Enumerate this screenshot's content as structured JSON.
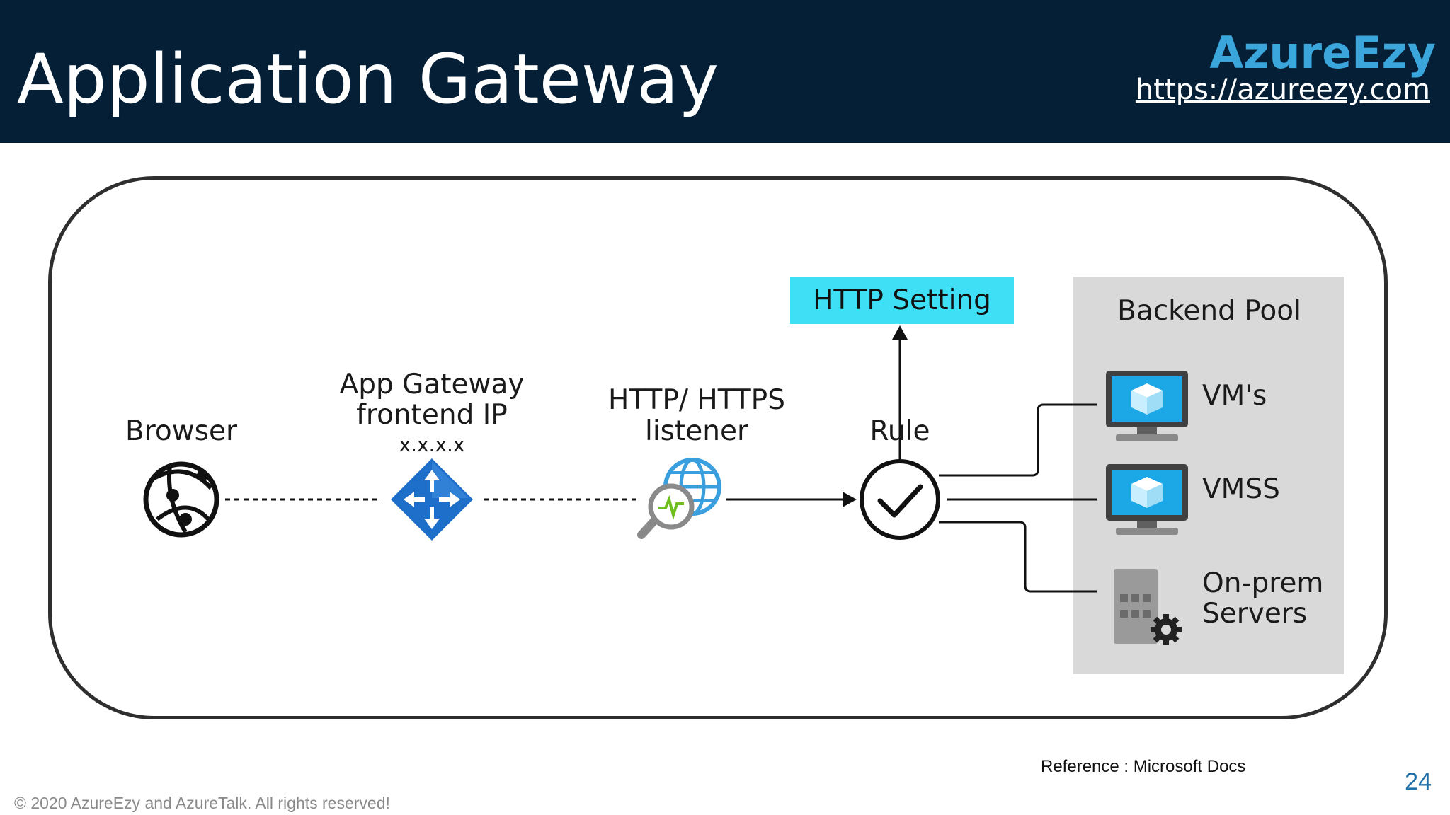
{
  "slide": {
    "title": "Application Gateway",
    "brand": "AzureEzy",
    "brand_url": "https://azureezy.com"
  },
  "diagram": {
    "browser": "Browser",
    "gateway_line1": "App Gateway",
    "gateway_line2": "frontend IP",
    "gateway_ip": "x.x.x.x",
    "listener_line1": "HTTP/ HTTPS",
    "listener_line2": "listener",
    "rule": "Rule",
    "http_setting": "HTTP Setting",
    "backend_pool": "Backend Pool",
    "vms": "VM's",
    "vmss": "VMSS",
    "onprem_line1": "On-prem",
    "onprem_line2": "Servers"
  },
  "footer": {
    "reference": "Reference :  Microsoft Docs",
    "page_number": "24",
    "copyright": "© 2020 AzureEzy and AzureTalk. All rights reserved!"
  },
  "colors": {
    "header_bg": "#041f36",
    "brand": "#3aa6dc",
    "http_setting_bg": "#3fe0f6",
    "gateway_icon": "#1e6fc9",
    "pool_bg": "#d9d9d9"
  }
}
